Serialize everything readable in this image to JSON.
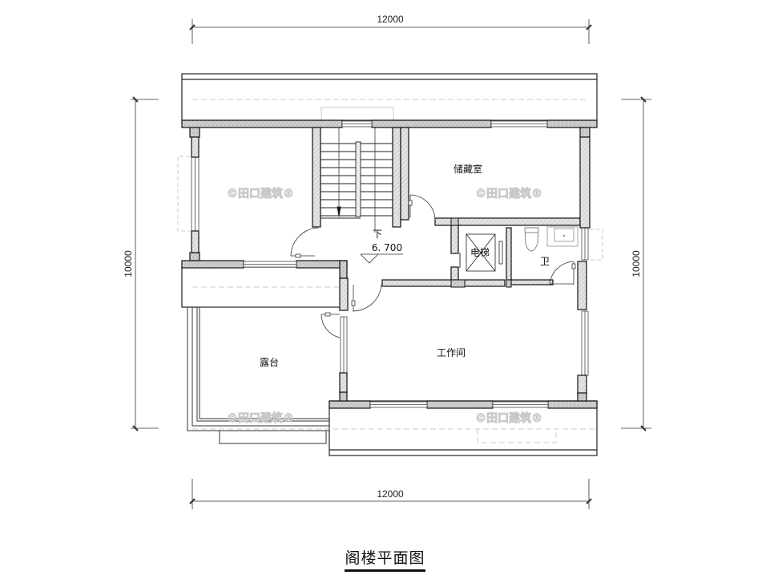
{
  "drawing": {
    "title": "阁楼平面图",
    "dimensions": {
      "top_width": "12000",
      "bottom_width": "12000",
      "left_height": "10000",
      "right_height": "10000"
    },
    "rooms": {
      "storage": "储藏室",
      "elevator": "电梯",
      "bathroom": "卫",
      "workroom": "工作间",
      "terrace": "露台"
    },
    "stair": {
      "direction_label": "下",
      "elevation": "6. 700"
    },
    "watermark": "©田口建筑®",
    "colors": {
      "wall_fill": "#d6d6d6",
      "line": "#111111",
      "dashed": "#b5b5b5",
      "watermark": "#c9c9c9"
    }
  }
}
